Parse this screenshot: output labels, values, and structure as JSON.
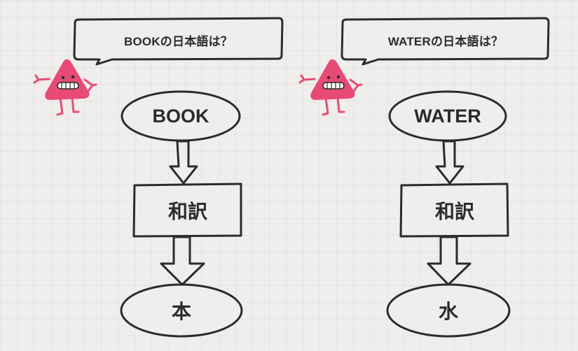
{
  "colors": {
    "mascot": "#e84a76",
    "stroke": "#2b2b2b",
    "fill": "#efeeec"
  },
  "panels": [
    {
      "question": "BOOKの日本語は？",
      "source": "BOOK",
      "process": "和訳",
      "result": "本"
    },
    {
      "question": "WATERの日本語は？",
      "source": "WATER",
      "process": "和訳",
      "result": "水"
    }
  ]
}
